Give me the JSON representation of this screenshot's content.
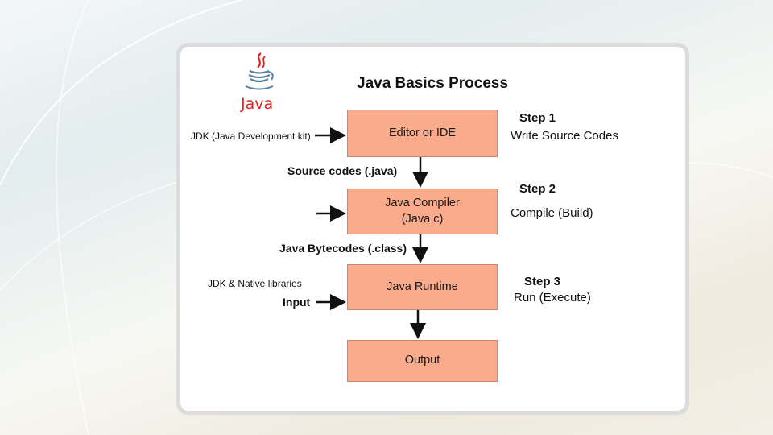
{
  "logo": {
    "icon": "java-coffee-cup-icon",
    "text": "Java"
  },
  "title": "Java Basics Process",
  "boxes": [
    {
      "line1": "Editor or IDE",
      "line2": ""
    },
    {
      "line1": "Java Compiler",
      "line2": "(Java c)"
    },
    {
      "line1": "Java Runtime",
      "line2": ""
    },
    {
      "line1": "Output",
      "line2": ""
    }
  ],
  "steps": [
    {
      "label": "Step 1",
      "desc": "Write Source Codes"
    },
    {
      "label": "Step 2",
      "desc": "Compile (Build)"
    },
    {
      "label": "Step 3",
      "desc": "Run (Execute)"
    }
  ],
  "inputs": {
    "jdk": "JDK (Java Development kit)",
    "jdk_native": "JDK & Native libraries",
    "input": "Input"
  },
  "flows": {
    "source_codes": "Source codes (.java)",
    "bytecodes": "Java Bytecodes (.class)"
  },
  "colors": {
    "box_fill": "#f9ab8b",
    "box_border": "#c98670",
    "logo_red": "#e5201f",
    "logo_blue": "#5382a1"
  }
}
